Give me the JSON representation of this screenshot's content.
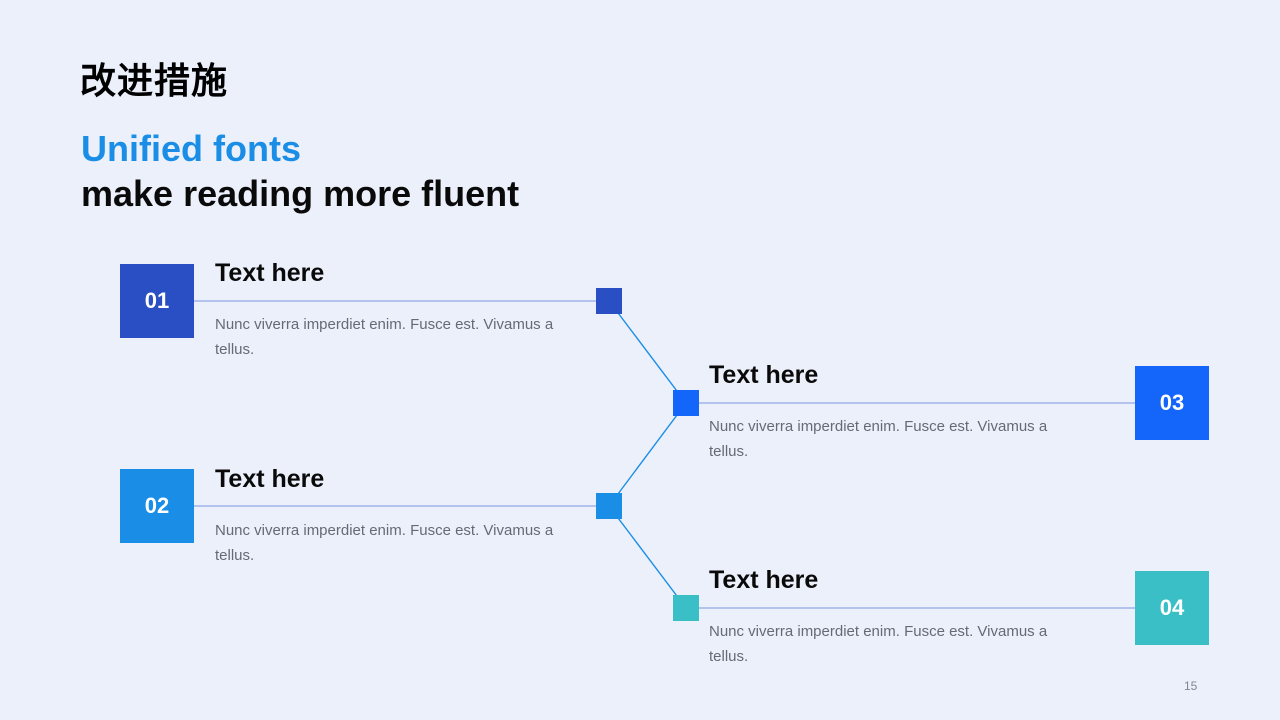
{
  "slide": {
    "title": "改进措施",
    "subtitle_accent": "Unified fonts",
    "subtitle_main": "make reading more fluent",
    "page_number": "15"
  },
  "items": [
    {
      "number": "01",
      "heading": "Text here",
      "body": "Nunc viverra imperdiet enim. Fusce est. Vivamus a tellus.",
      "color": "#2a4ec4"
    },
    {
      "number": "02",
      "heading": "Text here",
      "body": "Nunc viverra imperdiet enim. Fusce est. Vivamus a tellus.",
      "color": "#1a8ee6"
    },
    {
      "number": "03",
      "heading": "Text here",
      "body": "Nunc viverra imperdiet enim. Fusce est. Vivamus a tellus.",
      "color": "#1465fa"
    },
    {
      "number": "04",
      "heading": "Text here",
      "body": "Nunc viverra imperdiet enim. Fusce est. Vivamus a tellus.",
      "color": "#3bbfc7"
    }
  ],
  "colors": {
    "background": "#ecf0fa",
    "connector_horizontal": "#8fa8e8",
    "connector_branch": "#1a8ee6",
    "title_accent": "#1a8ee6"
  }
}
